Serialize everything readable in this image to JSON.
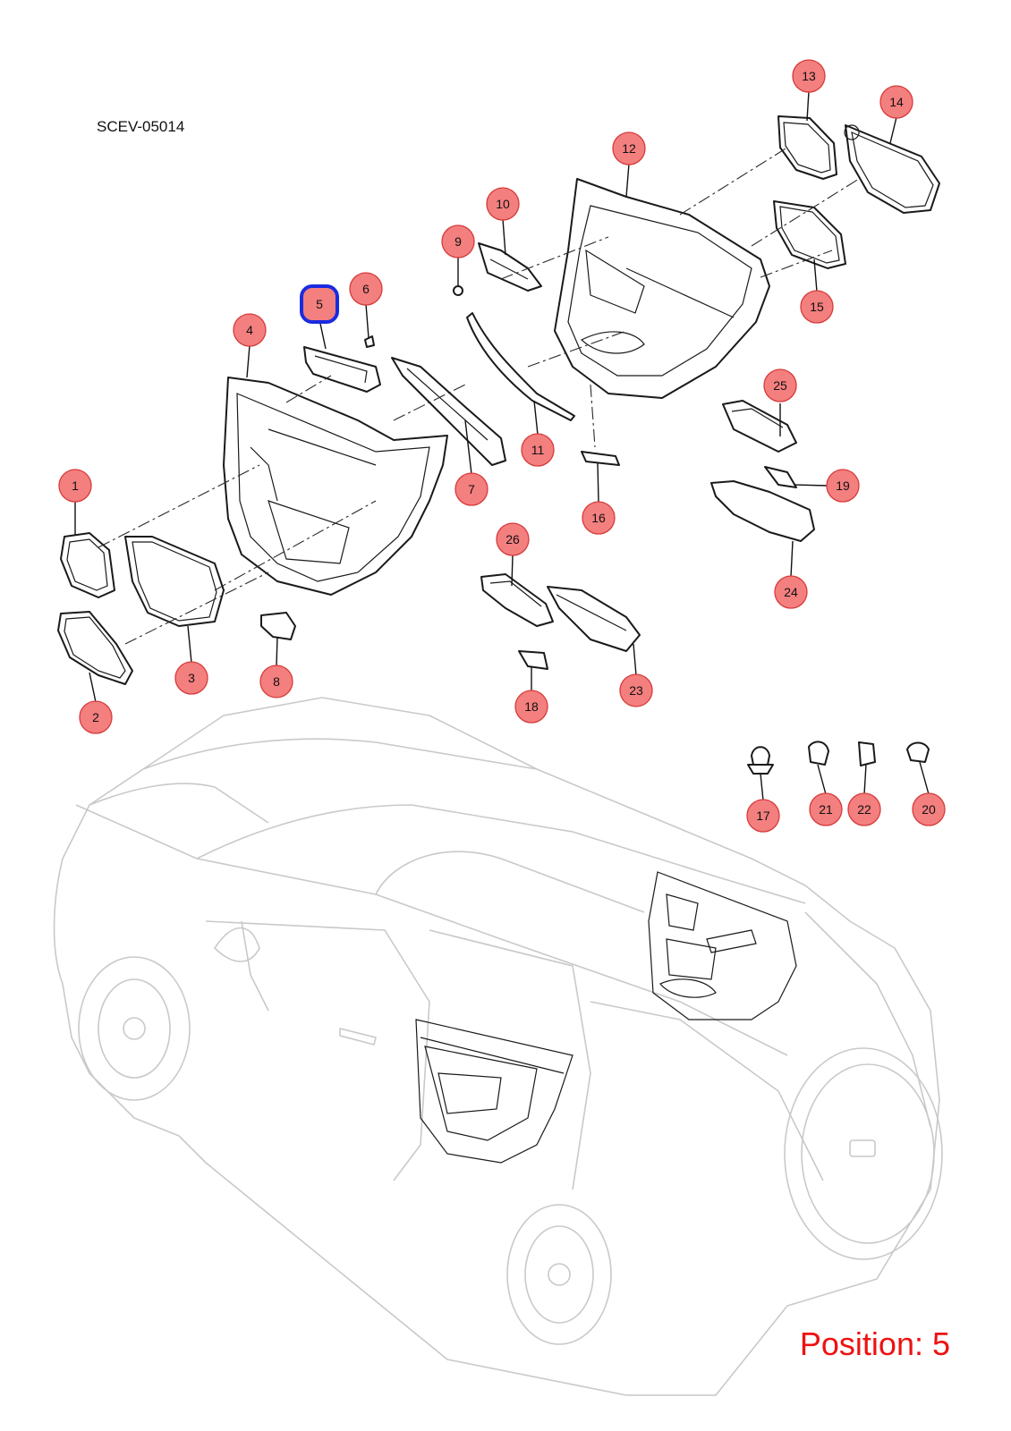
{
  "document_code": "SCEV-05014",
  "position_label": "Position: 5",
  "highlighted_callout": "5",
  "colors": {
    "callout_fill": "#f47f7f",
    "callout_stroke": "#d63b3b",
    "highlight_stroke": "#1a2be0",
    "position_text": "#ee1111",
    "line_art": "#1a1a1a",
    "vehicle_ghost": "#c9c9c9"
  },
  "callouts": [
    {
      "id": "c1",
      "label": "1"
    },
    {
      "id": "c2",
      "label": "2"
    },
    {
      "id": "c3",
      "label": "3"
    },
    {
      "id": "c4",
      "label": "4"
    },
    {
      "id": "c5",
      "label": "5"
    },
    {
      "id": "c6",
      "label": "6"
    },
    {
      "id": "c7",
      "label": "7"
    },
    {
      "id": "c8",
      "label": "8"
    },
    {
      "id": "c9",
      "label": "9"
    },
    {
      "id": "c10",
      "label": "10"
    },
    {
      "id": "c11",
      "label": "11"
    },
    {
      "id": "c12",
      "label": "12"
    },
    {
      "id": "c13",
      "label": "13"
    },
    {
      "id": "c14",
      "label": "14"
    },
    {
      "id": "c15",
      "label": "15"
    },
    {
      "id": "c16",
      "label": "16"
    },
    {
      "id": "c17",
      "label": "17"
    },
    {
      "id": "c18",
      "label": "18"
    },
    {
      "id": "c19",
      "label": "19"
    },
    {
      "id": "c20",
      "label": "20"
    },
    {
      "id": "c21",
      "label": "21"
    },
    {
      "id": "c22",
      "label": "22"
    },
    {
      "id": "c23",
      "label": "23"
    },
    {
      "id": "c24",
      "label": "24"
    },
    {
      "id": "c25",
      "label": "25"
    },
    {
      "id": "c26",
      "label": "26"
    }
  ]
}
